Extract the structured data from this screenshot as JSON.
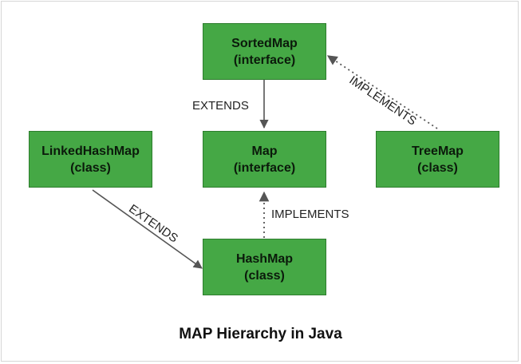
{
  "nodes": {
    "sortedmap": {
      "name": "SortedMap",
      "kind": "(interface)"
    },
    "map": {
      "name": "Map",
      "kind": "(interface)"
    },
    "linkedhashmap": {
      "name": "LinkedHashMap",
      "kind": "(class)"
    },
    "treemap": {
      "name": "TreeMap",
      "kind": "(class)"
    },
    "hashmap": {
      "name": "HashMap",
      "kind": "(class)"
    }
  },
  "edges": {
    "sortedmap_map": "EXTENDS",
    "treemap_sortedmap": "IMPLEMENTS",
    "hashmap_map": "IMPLEMENTS",
    "linkedhashmap_hashmap": "EXTENDS"
  },
  "caption": "MAP Hierarchy in Java",
  "colors": {
    "node_fill": "#45a845",
    "node_border": "#2d7d2d",
    "edge": "#555555"
  }
}
